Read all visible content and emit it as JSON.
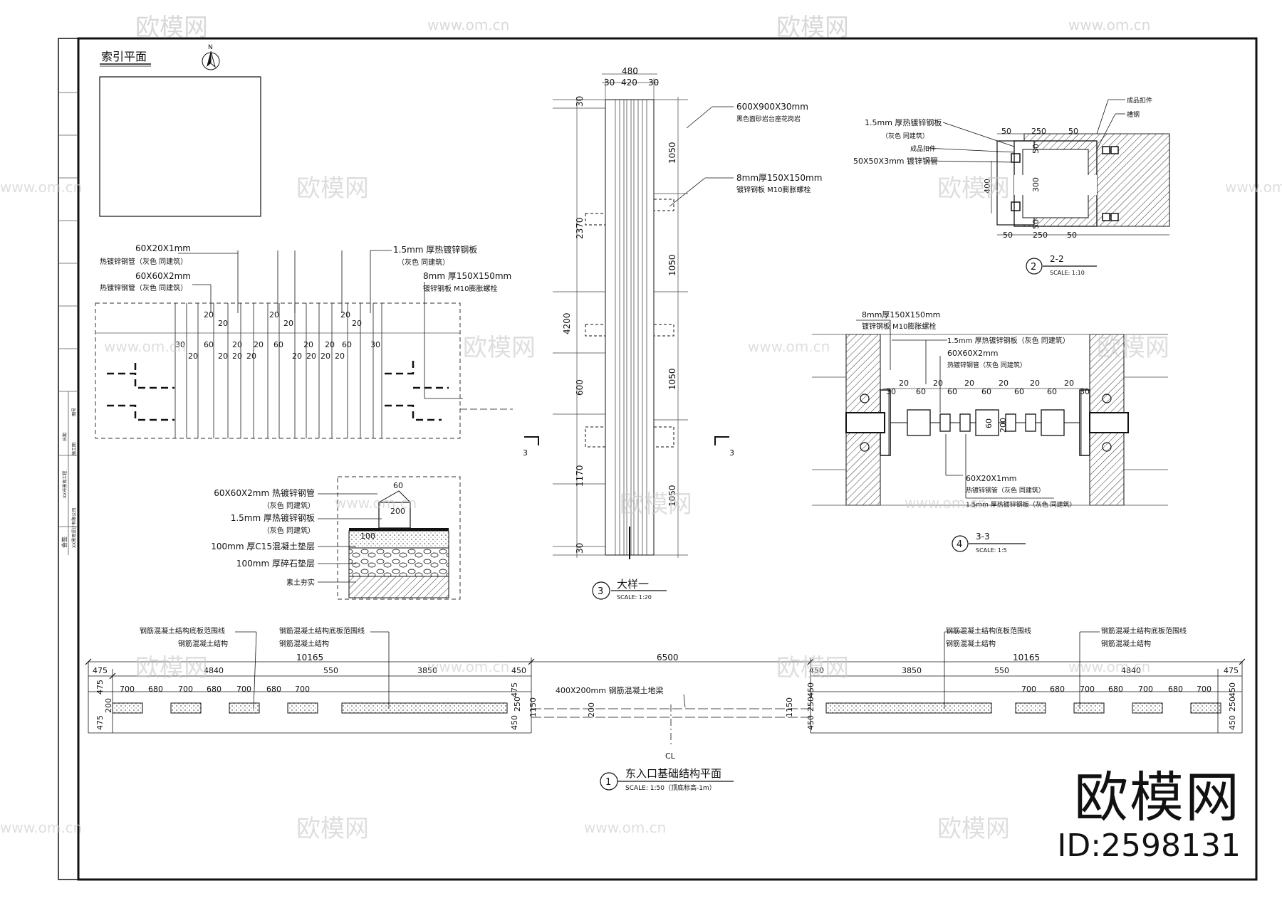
{
  "sheet": {
    "index_plan_title": "索引平面",
    "north": "N",
    "strip_labels": [
      "会签",
      "XX景观设计有限公司",
      "XX市景观工程",
      "施工图",
      "日期",
      "图号"
    ]
  },
  "plan1": {
    "title": "东入口基础结构平面",
    "number": "1",
    "scale": "SCALE: 1:50（顶底标高-1m）",
    "centerline": "CL",
    "overall": "6500",
    "left_total": "10165",
    "right_total": "10165",
    "left_segments": [
      "475",
      "4840",
      "550",
      "3850",
      "450"
    ],
    "right_segments": [
      "450",
      "3850",
      "550",
      "4840",
      "475"
    ],
    "left_sub": [
      "700",
      "680",
      "700",
      "680",
      "700",
      "680",
      "700"
    ],
    "right_sub": [
      "700",
      "680",
      "700",
      "680",
      "700",
      "680",
      "700"
    ],
    "left_vertical": [
      "475",
      "200",
      "475"
    ],
    "right_vertical": [
      "450",
      "250",
      "450"
    ],
    "height": "1150",
    "beam_width": "200",
    "beam_label": "400X200mm 钢筋混凝土地梁",
    "callouts": [
      {
        "line1": "钢筋混凝土结构底板范围线",
        "line2": "钢筋混凝土结构"
      },
      {
        "line1": "钢筋混凝土结构底板范围线",
        "line2": "钢筋混凝土结构"
      },
      {
        "line1": "钢筋混凝土结构底板范围线",
        "line2": "钢筋混凝土结构"
      },
      {
        "line1": "钢筋混凝土结构底板范围线",
        "line2": "钢筋混凝土结构"
      }
    ]
  },
  "detail3": {
    "title": "大样一",
    "number": "3",
    "scale": "SCALE: 1:20",
    "top_dims": [
      "480",
      "30",
      "420",
      "30"
    ],
    "left_dims": [
      "30",
      "2370",
      "4200",
      "600",
      "1170",
      "30"
    ],
    "right_dims": [
      "1050",
      "1050",
      "1050",
      "1050"
    ],
    "section_mark": "3",
    "note_a_line1": "600X900X30mm",
    "note_a_line2": "黑色面砂岩台座花岗岩",
    "note_b_line1": "8mm厚150X150mm",
    "note_b_line2": "镀锌钢板 M10膨胀螺栓"
  },
  "elevation": {
    "notes": [
      {
        "line1": "60X20X1mm",
        "line2": "热镀锌钢管（灰色 同建筑）"
      },
      {
        "line1": "60X60X2mm",
        "line2": "热镀锌钢管（灰色 同建筑）"
      },
      {
        "line1": "1.5mm 厚热镀锌钢板",
        "line2": "（灰色 同建筑）"
      },
      {
        "line1": "8mm 厚150X150mm",
        "line2": "镀锌钢板 M10膨胀螺栓"
      }
    ],
    "dims_row1": [
      "20",
      "20",
      "20",
      "20",
      "20",
      "20"
    ],
    "dims_row2": [
      "30",
      "60",
      "20",
      "20",
      "20",
      "60",
      "20",
      "60",
      "30"
    ],
    "dims_row3": [
      "20",
      "20",
      "20",
      "20",
      "20",
      "20",
      "20",
      "20"
    ]
  },
  "foundation": {
    "layers": [
      "60X60X2mm 热镀锌钢管",
      "（灰色 同建筑）",
      "1.5mm 厚热镀锌钢板",
      "（灰色 同建筑）",
      "100mm 厚C15混凝土垫层",
      "100mm 厚碎石垫层",
      "素土夯实"
    ],
    "dims": [
      "60",
      "200",
      "100"
    ]
  },
  "section22": {
    "title": "2-2",
    "number": "2",
    "scale": "SCALE: 1:10",
    "notes": [
      "1.5mm 厚热镀锌钢板",
      "（灰色 同建筑）",
      "成品扣件",
      "50X50X3mm 镀锌钢管"
    ],
    "notes_right": [
      "成品扣件",
      "槽钢"
    ],
    "dims_top": [
      "50",
      "250",
      "50"
    ],
    "dims_bottom": [
      "50",
      "250",
      "50"
    ],
    "dims_side": [
      "50",
      "300",
      "50"
    ],
    "dim_left": "400"
  },
  "section33": {
    "title": "3-3",
    "number": "4",
    "scale": "SCALE: 1:5",
    "note_top1": "8mm厚150X150mm",
    "note_top2": "镀锌钢板 M10膨胀螺栓",
    "note_top3": "1.5mm 厚热镀锌钢板（灰色 同建筑）",
    "note_top4": "60X60X2mm",
    "note_top5": "热镀锌钢管（灰色 同建筑）",
    "note_bot1": "60X20X1mm",
    "note_bot2": "热镀锌钢管（灰色 同建筑）",
    "note_bot3": "1.5mm 厚热镀锌钢板（灰色 同建筑）",
    "dims": [
      "30",
      "20",
      "60",
      "20",
      "60",
      "20",
      "60",
      "20",
      "60",
      "20",
      "60",
      "20",
      "30"
    ],
    "dims_v": [
      "60",
      "200"
    ]
  },
  "watermark": {
    "brand_small": "欧模网",
    "url": "www.om.cn",
    "brand_big": "欧模网",
    "id": "ID:2598131"
  }
}
